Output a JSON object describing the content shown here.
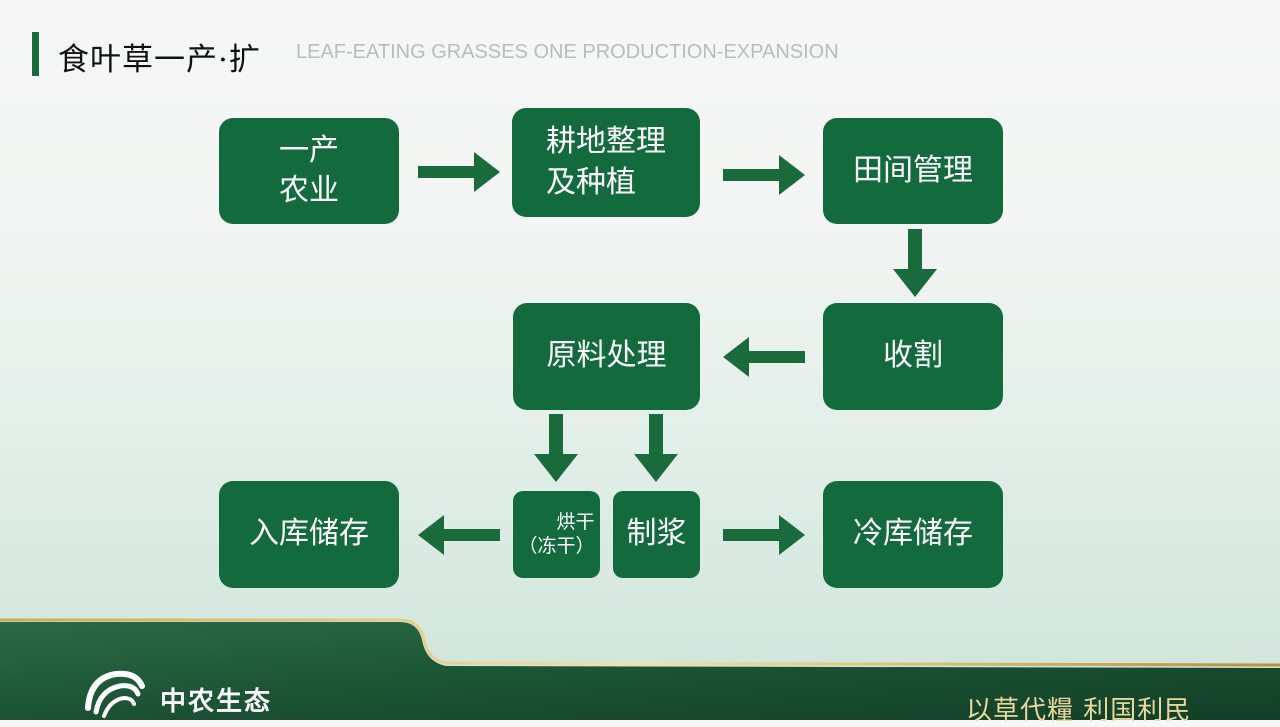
{
  "header": {
    "title_cn": "食叶草一产·扩",
    "title_en": "LEAF-EATING GRASSES ONE PRODUCTION-EXPANSION"
  },
  "flow": {
    "agriculture": [
      "一产",
      "农业"
    ],
    "tillage": [
      "耕地整理",
      "及种植"
    ],
    "field_mgmt": "田间管理",
    "harvest": "收割",
    "raw_processing": "原料处理",
    "drying": [
      "烘干",
      "（冻干）"
    ],
    "pulping": "制浆",
    "warehouse": "入库储存",
    "cold_storage": "冷库储存"
  },
  "footer": {
    "brand": "中农生态",
    "slogan": "以草代糧 利国利民"
  },
  "colors": {
    "box": "#136b3d",
    "arrow": "#1a6b3c",
    "accent": "#1a6b3c",
    "gold": "#e9d7a0",
    "footer_green": "#1d5a36"
  }
}
